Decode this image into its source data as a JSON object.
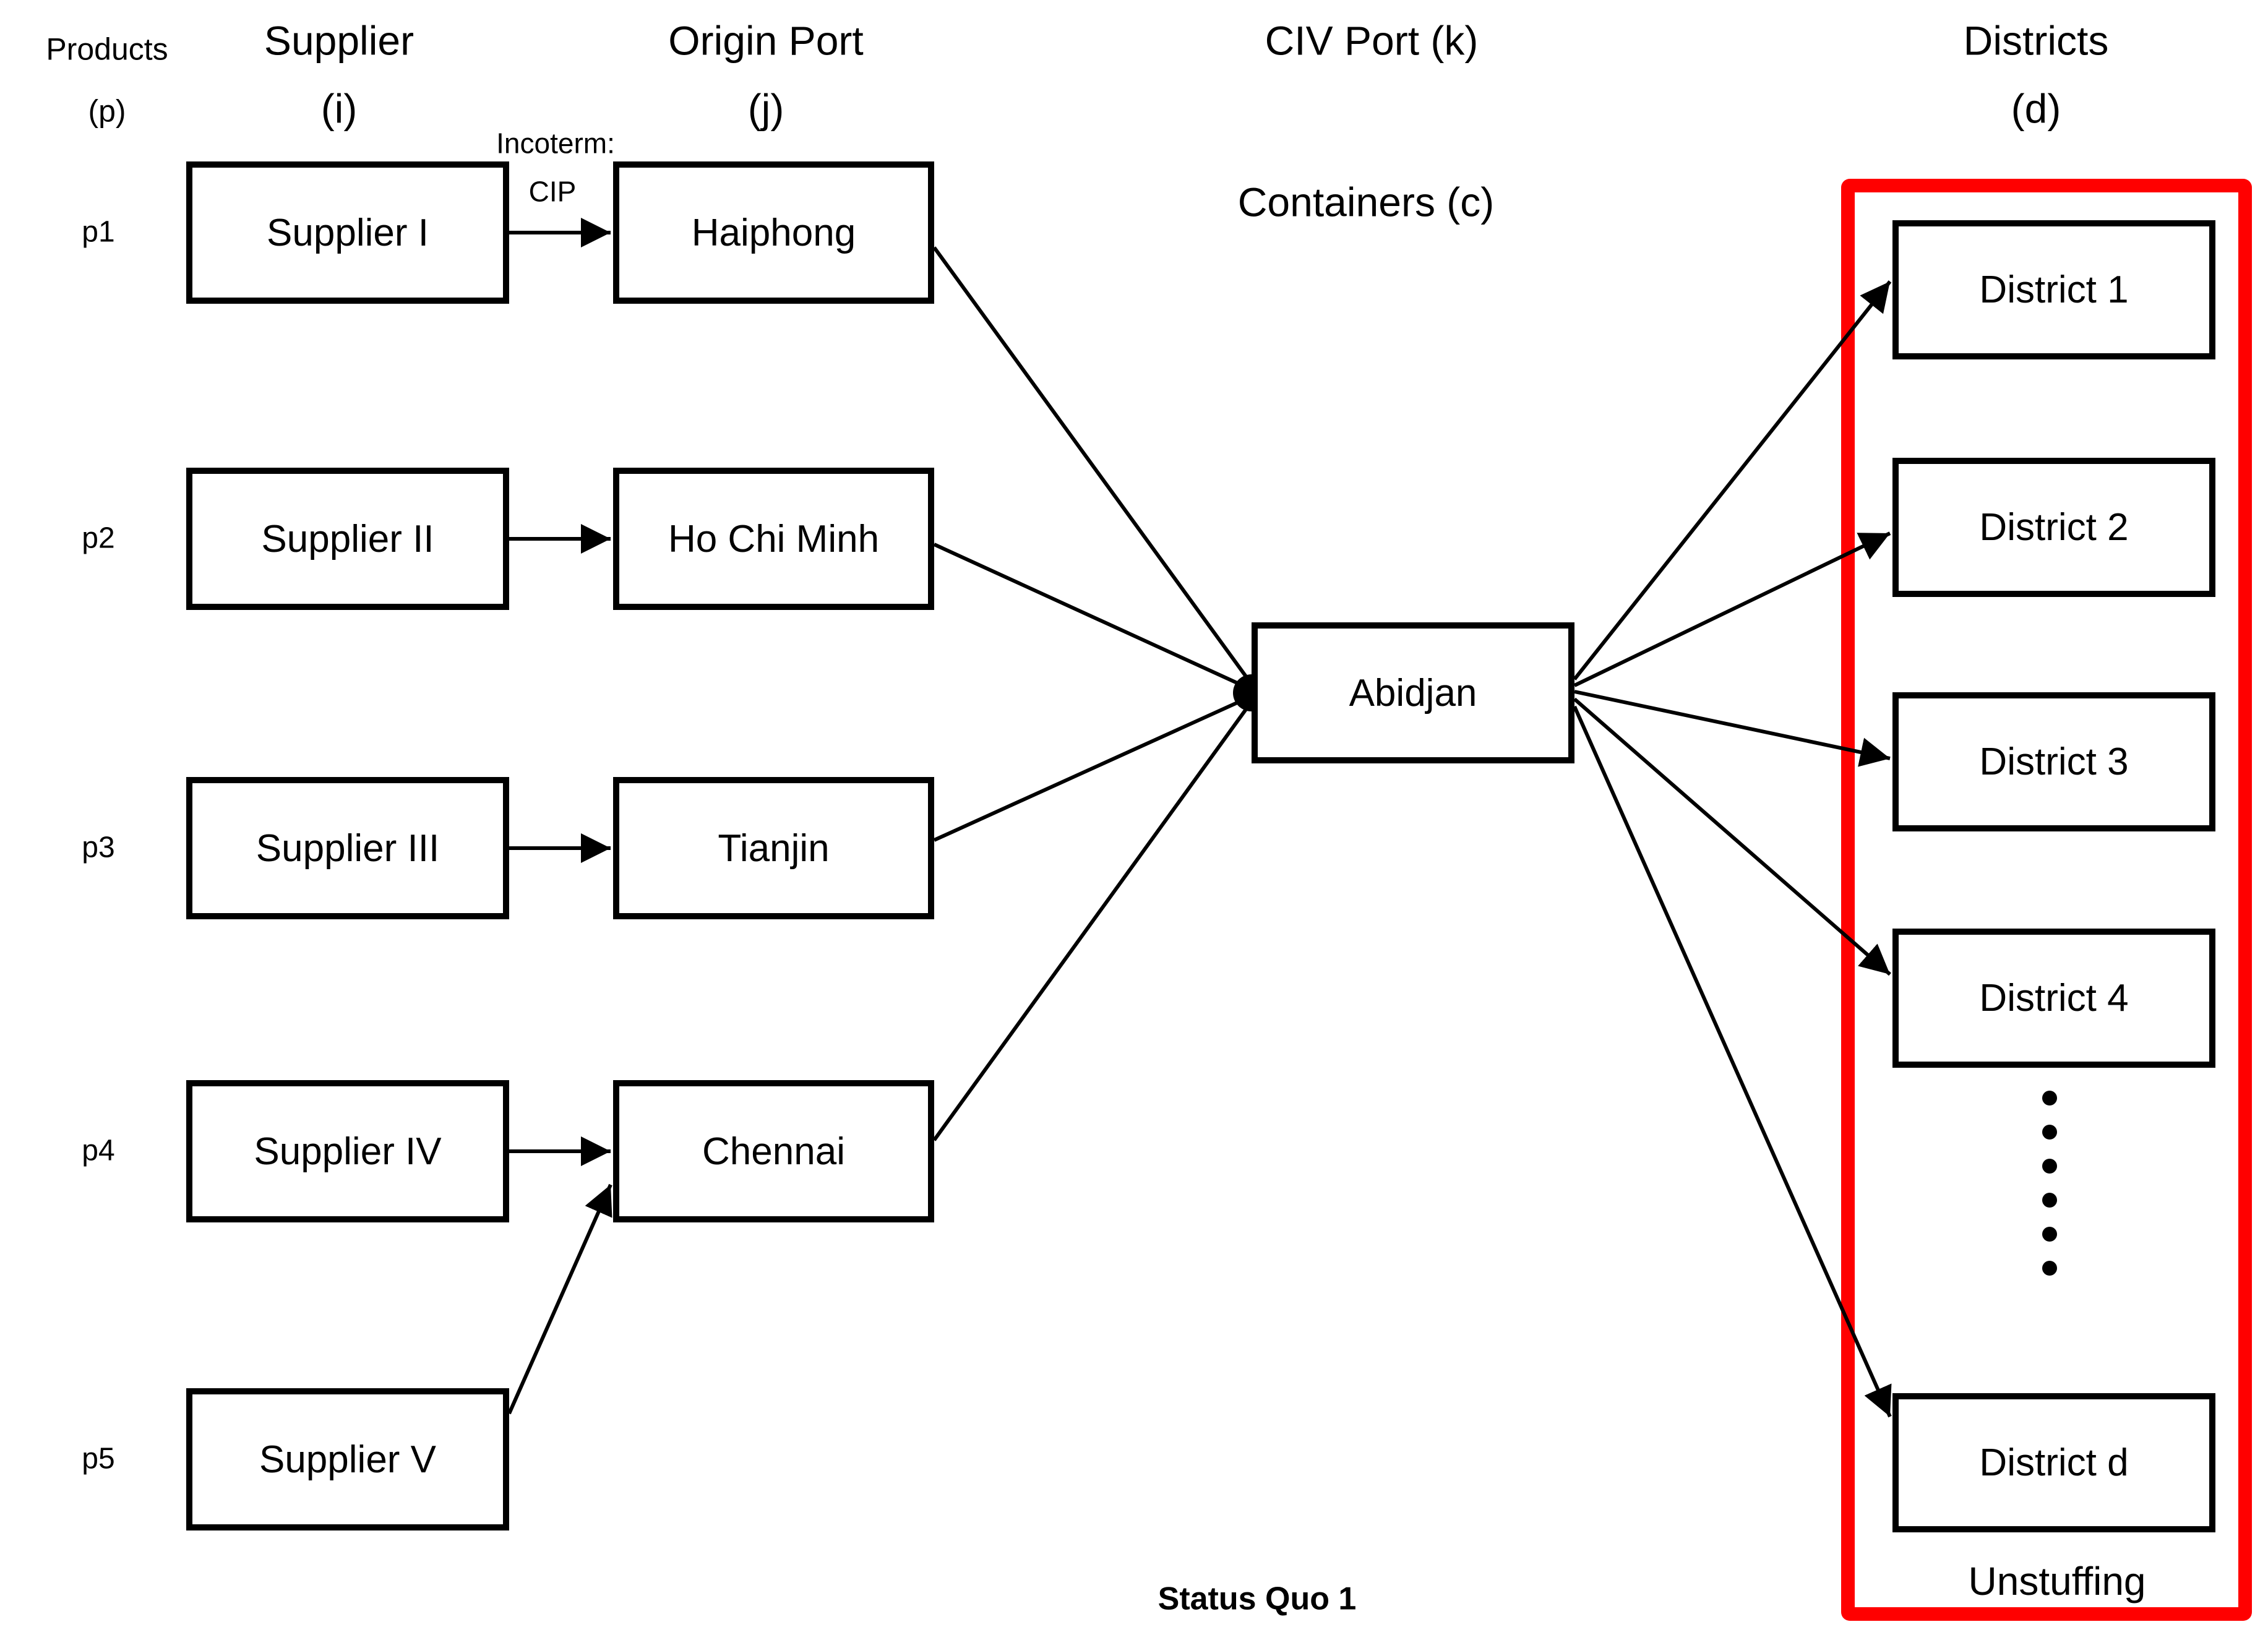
{
  "column_headers": {
    "products": {
      "line1": "Products",
      "line2": "(p)"
    },
    "supplier": {
      "line1": "Supplier",
      "line2": "(i)"
    },
    "origin_port": {
      "line1": "Origin Port",
      "line2": "(j)"
    },
    "civ_port": "CIV Port (k)",
    "districts": {
      "line1": "Districts",
      "line2": "(d)"
    }
  },
  "annotations": {
    "containers": "Containers (c)",
    "incoterm_label": "Incoterm:",
    "incoterm_value": "CIP",
    "unstuffing": "Unstuffing",
    "caption": "Status Quo 1"
  },
  "product_labels": [
    "p1",
    "p2",
    "p3",
    "p4",
    "p5"
  ],
  "nodes": {
    "suppliers": [
      "Supplier I",
      "Supplier II",
      "Supplier III",
      "Supplier IV",
      "Supplier V"
    ],
    "origin_ports": [
      "Haiphong",
      "Ho Chi Minh",
      "Tianjin",
      "Chennai"
    ],
    "civ_port": "Abidjan",
    "districts": [
      "District 1",
      "District 2",
      "District 3",
      "District 4",
      "District d"
    ]
  },
  "edges": [
    {
      "from": "Supplier I",
      "to": "Haiphong",
      "arrowhead": true
    },
    {
      "from": "Supplier II",
      "to": "Ho Chi Minh",
      "arrowhead": true
    },
    {
      "from": "Supplier III",
      "to": "Tianjin",
      "arrowhead": true
    },
    {
      "from": "Supplier IV",
      "to": "Chennai",
      "arrowhead": true
    },
    {
      "from": "Supplier V",
      "to": "Chennai",
      "arrowhead": true
    },
    {
      "from": "Haiphong",
      "to": "Abidjan",
      "arrowhead": false
    },
    {
      "from": "Ho Chi Minh",
      "to": "Abidjan",
      "arrowhead": false
    },
    {
      "from": "Tianjin",
      "to": "Abidjan",
      "arrowhead": false
    },
    {
      "from": "Chennai",
      "to": "Abidjan",
      "arrowhead": false
    },
    {
      "from": "Abidjan",
      "to": "District 1",
      "arrowhead": true
    },
    {
      "from": "Abidjan",
      "to": "District 2",
      "arrowhead": true
    },
    {
      "from": "Abidjan",
      "to": "District 3",
      "arrowhead": true
    },
    {
      "from": "Abidjan",
      "to": "District 4",
      "arrowhead": true
    },
    {
      "from": "Abidjan",
      "to": "District d",
      "arrowhead": true
    }
  ],
  "ellipsis_dot_count": 6,
  "colors": {
    "node_border": "#000000",
    "edge": "#000000",
    "highlight_box": "#FF0000",
    "text": "#000000",
    "background": "#FFFFFF"
  }
}
